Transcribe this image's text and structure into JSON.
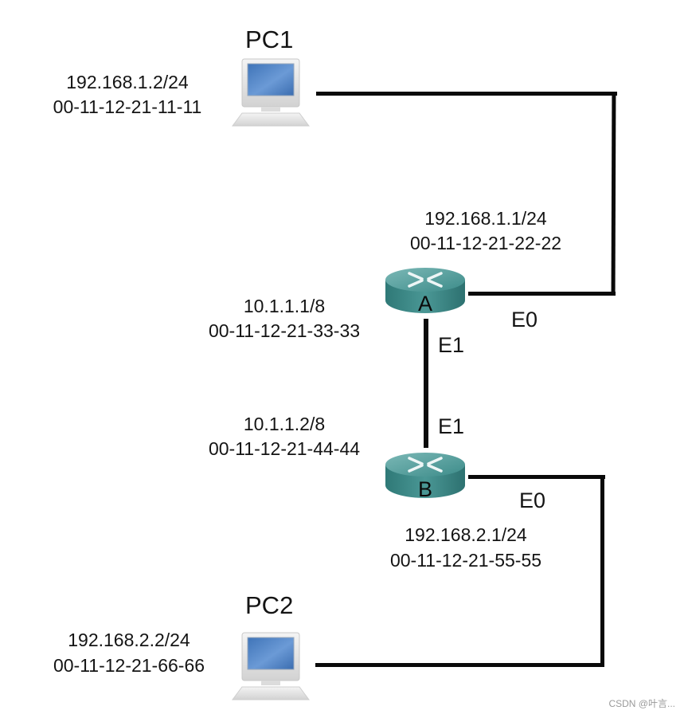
{
  "devices": {
    "pc1": {
      "name": "PC1",
      "ip": "192.168.1.2/24",
      "mac": "00-11-12-21-11-11"
    },
    "pc2": {
      "name": "PC2",
      "ip": "192.168.2.2/24",
      "mac": "00-11-12-21-66-66"
    },
    "router_a": {
      "name": "A",
      "e0": {
        "port": "E0",
        "ip": "192.168.1.1/24",
        "mac": "00-11-12-21-22-22"
      },
      "e1": {
        "port": "E1",
        "ip": "10.1.1.1/8",
        "mac": "00-11-12-21-33-33"
      }
    },
    "router_b": {
      "name": "B",
      "e0": {
        "port": "E0",
        "ip": "192.168.2.1/24",
        "mac": "00-11-12-21-55-55"
      },
      "e1": {
        "port": "E1",
        "ip": "10.1.1.2/8",
        "mac": "00-11-12-21-44-44"
      }
    }
  },
  "colors": {
    "router": "#3d8c8a",
    "screen": "#5b8fcf",
    "wire": "#0a0a0a"
  },
  "watermark": "CSDN @叶言..."
}
